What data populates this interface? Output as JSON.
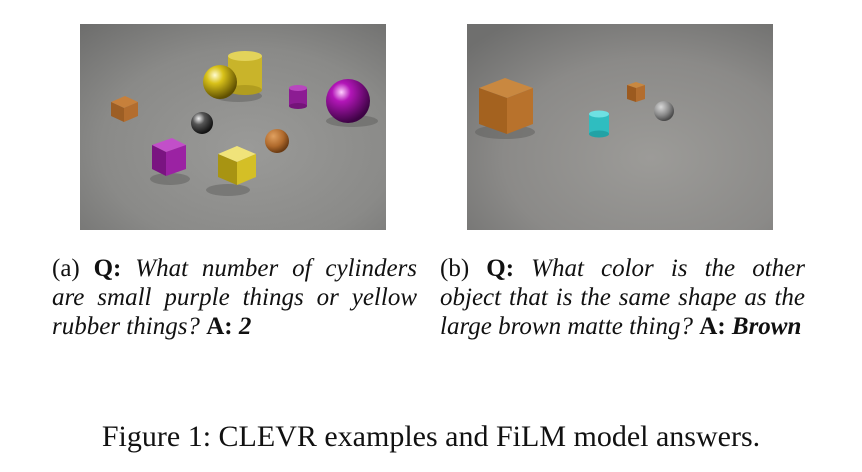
{
  "panels": [
    {
      "label": "(a)",
      "q_label": "Q:",
      "question": "What number of cylinders are small purple things or yellow rubber things?",
      "a_label": "A:",
      "answer": "2"
    },
    {
      "label": "(b)",
      "q_label": "Q:",
      "question": "What color is the other object that is the same shape as the large brown matte thing?",
      "a_label": "A:",
      "answer": "Brown"
    }
  ],
  "figure_caption": "Figure 1: CLEVR examples and FiLM model answers."
}
